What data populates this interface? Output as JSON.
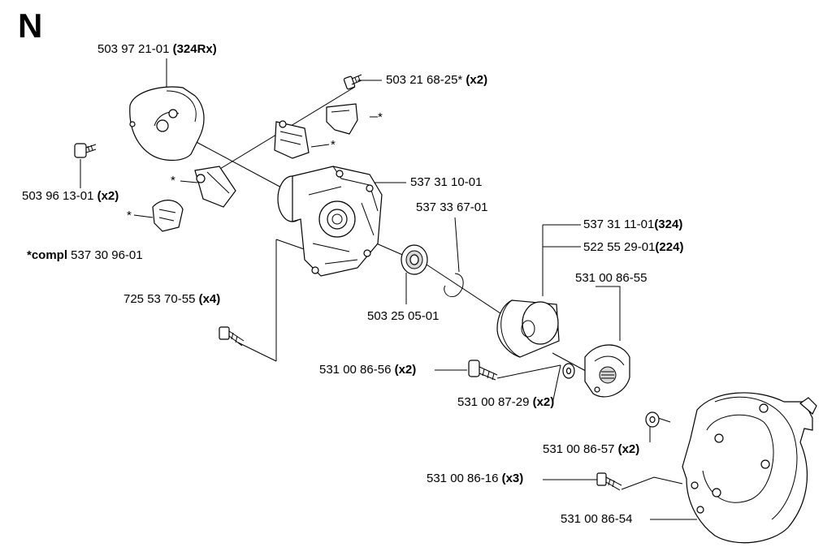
{
  "section_letter": "N",
  "labels": {
    "l_503972101": {
      "text": "503 97 21-01 ",
      "qty": "(324Rx)"
    },
    "l_503216825": {
      "text": "503 21 68-25* ",
      "qty": "(x2)"
    },
    "l_star1": {
      "text": "*",
      "qty": ""
    },
    "l_star2": {
      "text": "*",
      "qty": ""
    },
    "l_star3": {
      "text": "*",
      "qty": ""
    },
    "l_star4": {
      "text": "*",
      "qty": ""
    },
    "l_503961301": {
      "text": "503 96 13-01 ",
      "qty": "(x2)"
    },
    "l_537311001": {
      "text": "537 31 10-01",
      "qty": ""
    },
    "l_537336701": {
      "text": "537 33 67-01",
      "qty": ""
    },
    "l_compl": {
      "text": "*compl",
      "qty": " 537 30 96-01"
    },
    "l_537311101": {
      "text": "537 31 11-01",
      "qty": "(324)"
    },
    "l_522552901": {
      "text": "522 55 29-01",
      "qty": "(224)"
    },
    "l_531008655": {
      "text": "531 00 86-55",
      "qty": ""
    },
    "l_725537055": {
      "text": "725 53 70-55 ",
      "qty": "(x4)"
    },
    "l_503250501": {
      "text": "503 25 05-01",
      "qty": ""
    },
    "l_531008656": {
      "text": "531 00 86-56 ",
      "qty": "(x2)"
    },
    "l_531008729": {
      "text": "531 00 87-29 ",
      "qty": "(x2)"
    },
    "l_531008657": {
      "text": "531 00 86-57 ",
      "qty": "(x2)"
    },
    "l_531008616": {
      "text": "531 00 86-16 ",
      "qty": "(x3)"
    },
    "l_531008654": {
      "text": "531 00 86-54",
      "qty": ""
    }
  }
}
